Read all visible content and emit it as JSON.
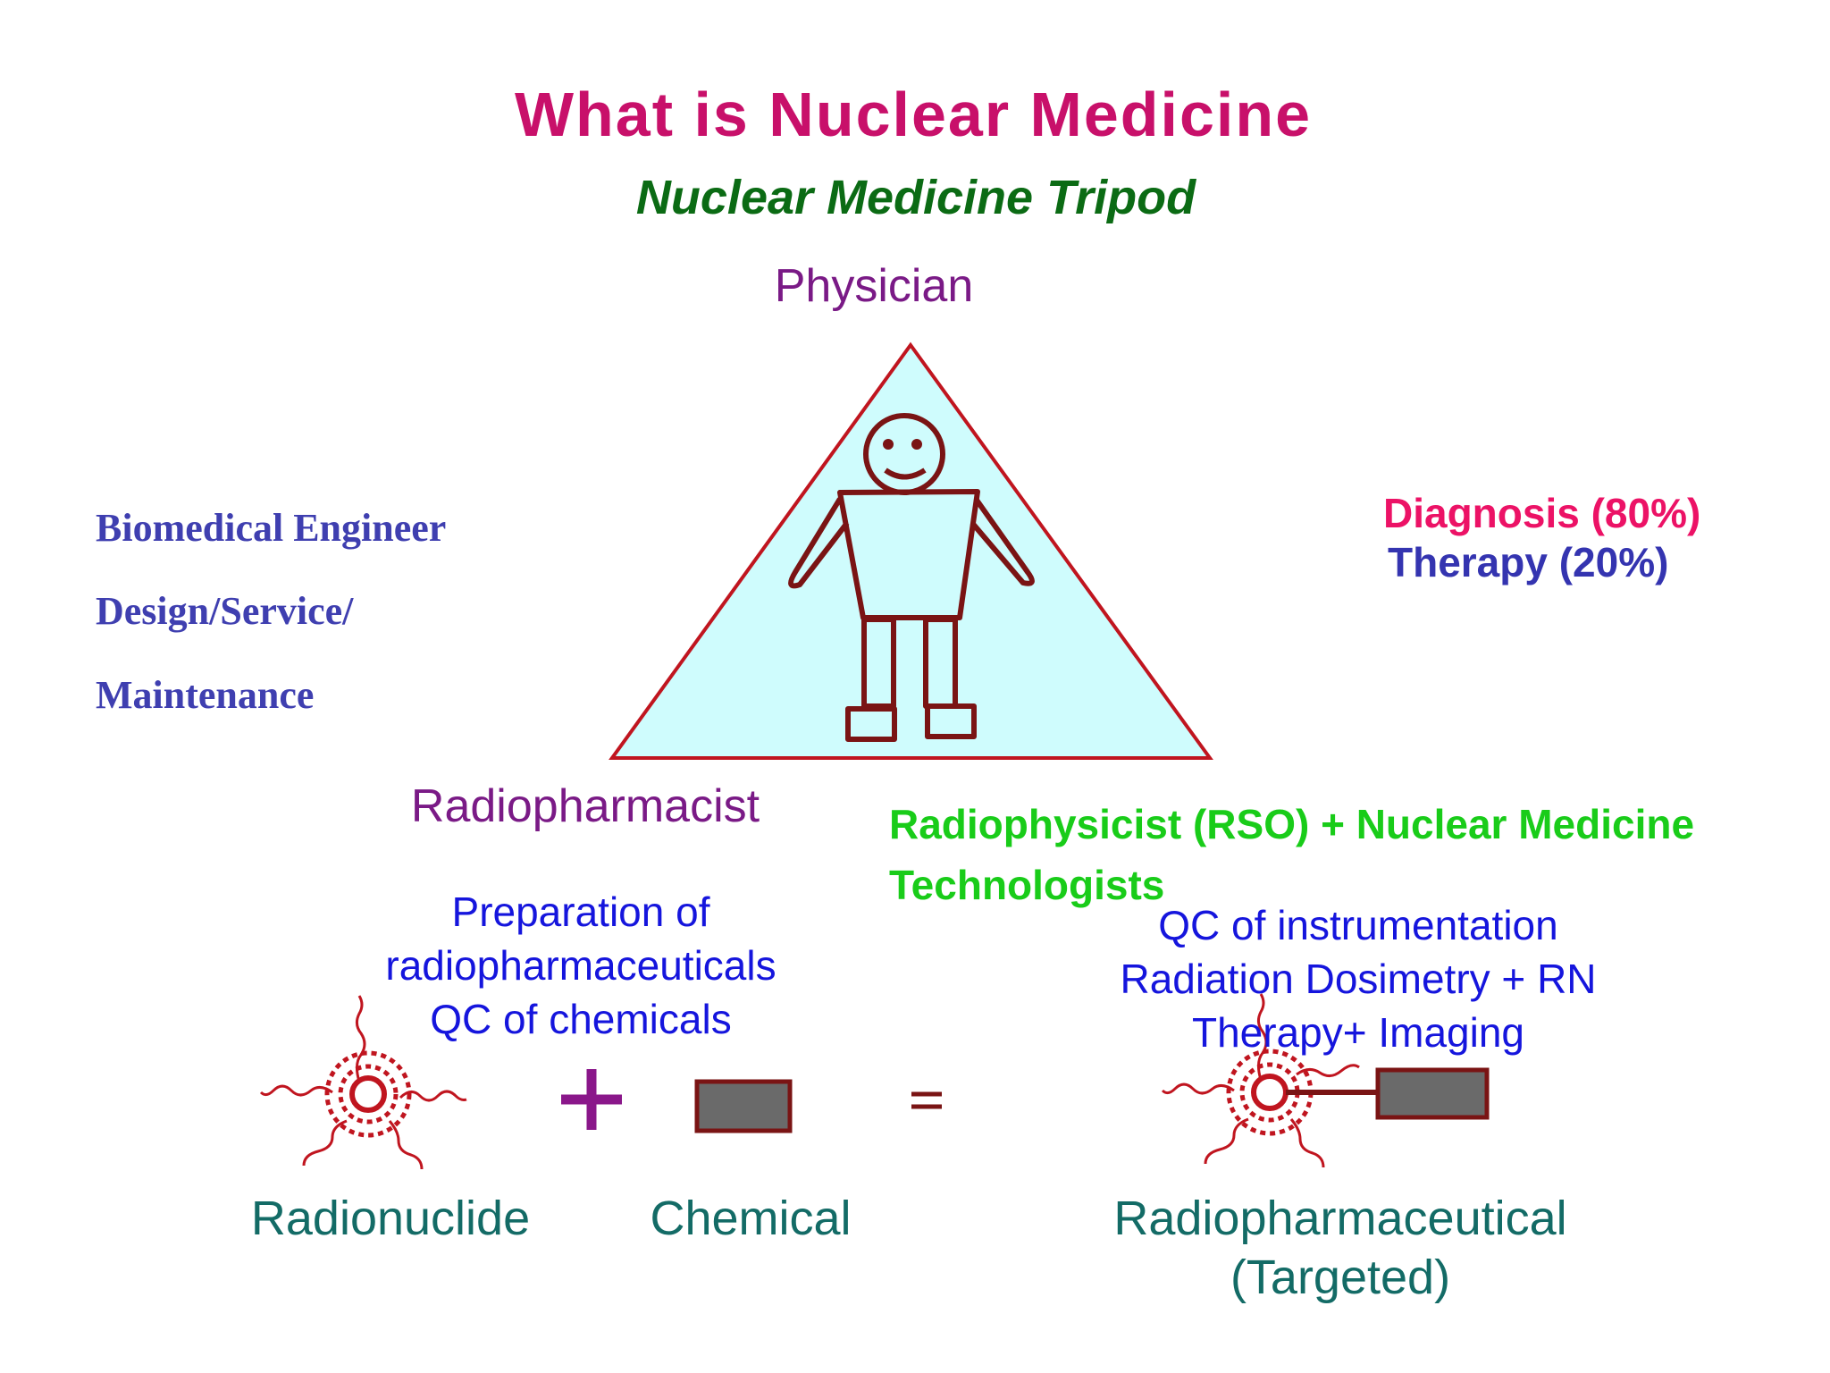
{
  "title": "What is Nuclear Medicine",
  "subtitle": "Nuclear Medicine Tripod",
  "vertices": {
    "top": "Physician",
    "left": "Radiopharmacist",
    "right": "Radiophysicist (RSO) + Nuclear Medicine Technologists"
  },
  "biomedical": [
    "Biomedical Engineer",
    "Design/Service/",
    "Maintenance"
  ],
  "split": {
    "diagnosis": "Diagnosis (80%)",
    "therapy": "Therapy (20%)"
  },
  "radiopharmacist_roles": [
    "Preparation of",
    "radiopharmaceuticals",
    "QC of chemicals"
  ],
  "physicist_roles": [
    "QC of instrumentation",
    "Radiation Dosimetry + RN",
    "Therapy+ Imaging"
  ],
  "equation": {
    "plus": "+",
    "equals": "=",
    "radionuclide": "Radionuclide",
    "chemical": "Chemical",
    "radiopharmaceutical": [
      "Radiopharmaceutical",
      "(Targeted)"
    ]
  },
  "colors": {
    "title": "#c8106a",
    "subtitle": "#0b6b14",
    "vertex": "#7a1a86",
    "triangle_fill": "#cffcfd",
    "outline": "#c0151f",
    "figure": "#7a1414",
    "teal": "#136b66",
    "blue": "#1515dd"
  }
}
